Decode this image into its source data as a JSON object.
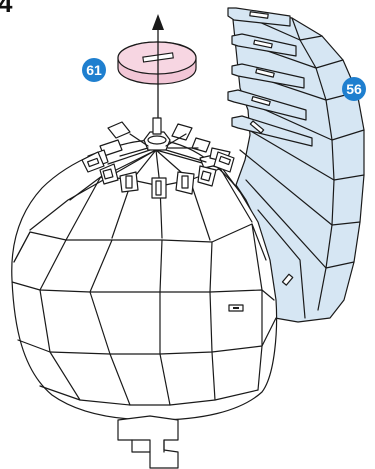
{
  "step": {
    "label": "4"
  },
  "callouts": [
    {
      "id": "61",
      "color": "#1f7fcf"
    },
    {
      "id": "56",
      "color": "#1f7fcf"
    }
  ],
  "parts": [
    {
      "name": "cap-disc",
      "fill": "#f2c6d6"
    },
    {
      "name": "side-panel-assembly",
      "fill": "#d6e6f3"
    }
  ]
}
